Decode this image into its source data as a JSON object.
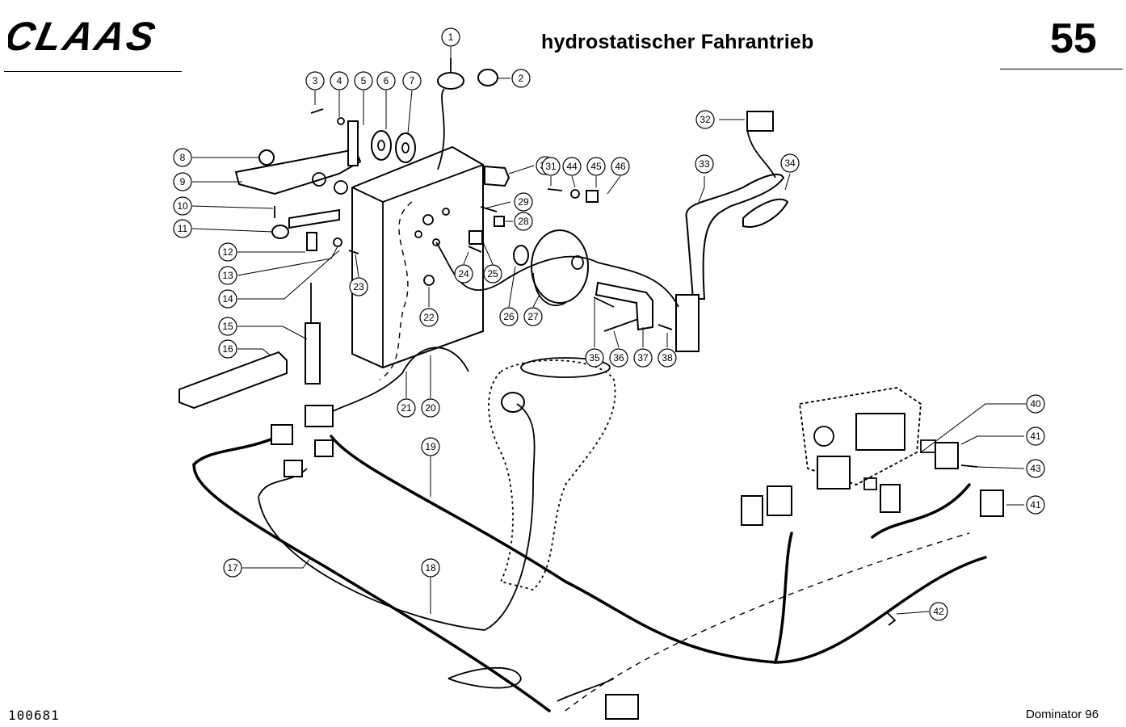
{
  "header": {
    "brand": "CLAAS",
    "title": "hydrostatischer Fahrantrieb",
    "page_number": "55"
  },
  "footer": {
    "doc_number": "100681",
    "model": "Dominator 96"
  },
  "callouts": [
    "1",
    "2",
    "3",
    "4",
    "5",
    "6",
    "7",
    "8",
    "9",
    "10",
    "11",
    "12",
    "13",
    "14",
    "15",
    "16",
    "17",
    "18",
    "19",
    "20",
    "21",
    "22",
    "23",
    "24",
    "25",
    "26",
    "27",
    "28",
    "29",
    "30",
    "31",
    "32",
    "33",
    "34",
    "35",
    "36",
    "37",
    "38",
    "40",
    "41",
    "41",
    "42",
    "43",
    "44",
    "45",
    "46"
  ]
}
